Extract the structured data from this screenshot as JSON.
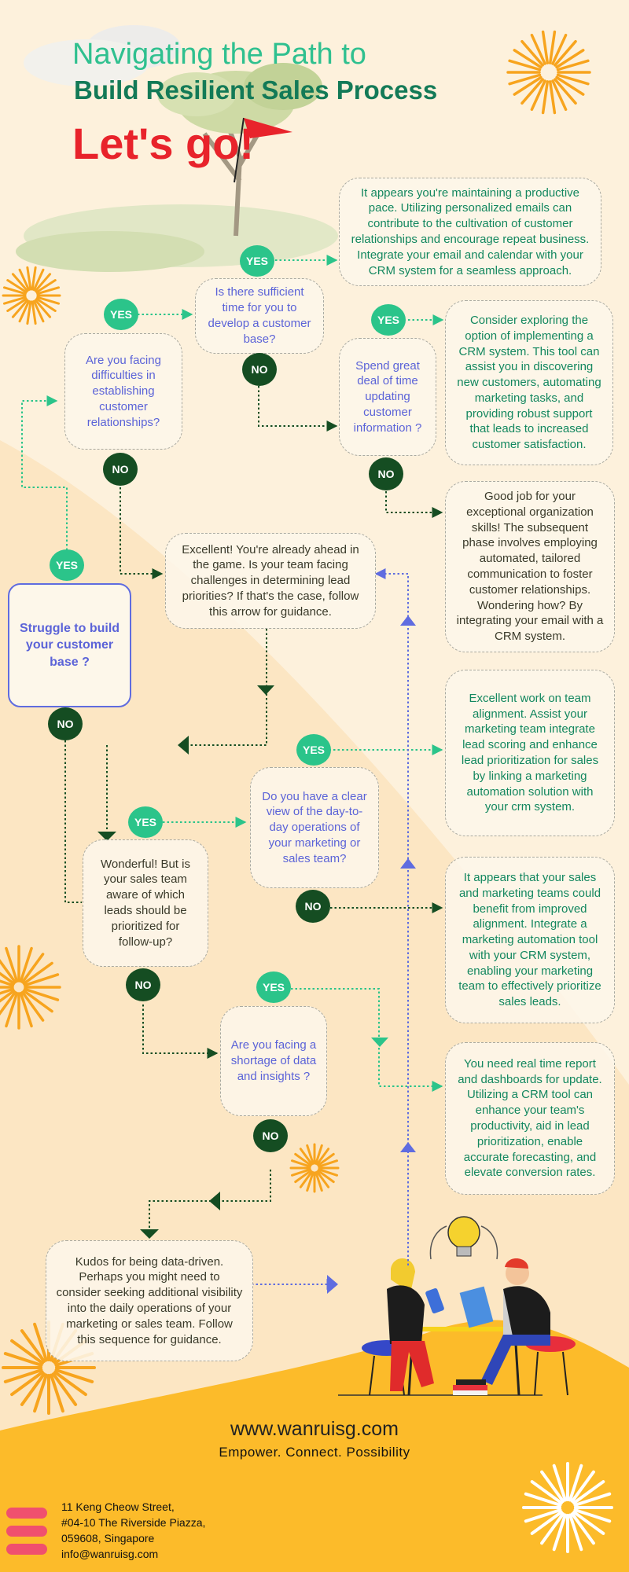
{
  "header": {
    "title_line1": "Navigating the Path to",
    "title_line2": "Build Resilient Sales Process",
    "call_to_action": "Let's go!"
  },
  "start": {
    "text": "Struggle to build your customer base ?"
  },
  "labels": {
    "yes": "YES",
    "no": "NO"
  },
  "questions": {
    "relationships": "Are you facing difficulties in establishing customer relationships?",
    "time": "Is there sufficient time for you to develop a customer base?",
    "updating": "Spend great deal of time updating customer information ?",
    "aware": "Wonderful! But is your sales team aware of which leads should be prioritized for follow-up?",
    "view": "Do you have a clear view of the day-to-day operations of your marketing or sales team?",
    "data": "Are you facing a shortage of data and insights ?"
  },
  "answers": {
    "emails": "It appears you're maintaining a productive pace. Utilizing personalized emails can contribute to the cultivation of customer relationships and encourage repeat business. Integrate your email and calendar with your CRM system for a seamless approach.",
    "crm": "Consider exploring the option of implementing a CRM system. This tool can assist you in discovering new customers, automating marketing tasks, and providing robust support that leads to increased customer satisfaction.",
    "good_job": "Good job for your exceptional organization skills! The subsequent phase involves employing automated, tailored communication to foster customer relationships. Wondering how? By integrating your email with a CRM system.",
    "excellent": "Excellent! You're already ahead in the game. Is your team facing challenges in determining lead priorities? If that's the case, follow this arrow for guidance.",
    "alignment": "Excellent work on team alignment. Assist your marketing team integrate lead scoring and enhance lead prioritization for sales by linking a marketing automation solution with your crm system.",
    "improved": "It appears that your sales and marketing teams could benefit from improved alignment. Integrate a marketing automation tool with your CRM system, enabling your marketing team to effectively prioritize sales leads.",
    "realtime": "You need real time report and dashboards for update. Utilizing a CRM tool can enhance your team's productivity, aid in lead prioritization, enable accurate forecasting, and elevate conversion rates.",
    "kudos": "Kudos for being data-driven. Perhaps you might need to consider seeking additional visibility into the daily operations of your marketing or sales team. Follow this sequence for guidance."
  },
  "footer": {
    "website": "www.wanruisg.com",
    "tagline": "Empower. Connect. Possibility",
    "address_line1": "11 Keng Cheow Street,",
    "address_line2": "#04-10 The Riverside Piazza,",
    "address_line3": "059608, Singapore",
    "email": "info@wanruisg.com"
  },
  "colors": {
    "question_text": "#5b63d8",
    "answer_text": "#13875f",
    "yes_badge": "#2bc48a",
    "no_badge": "#154d22",
    "blue_connector": "#5f6ce0",
    "title_red": "#e8232b",
    "footer_yellow": "#fcbb2a"
  }
}
